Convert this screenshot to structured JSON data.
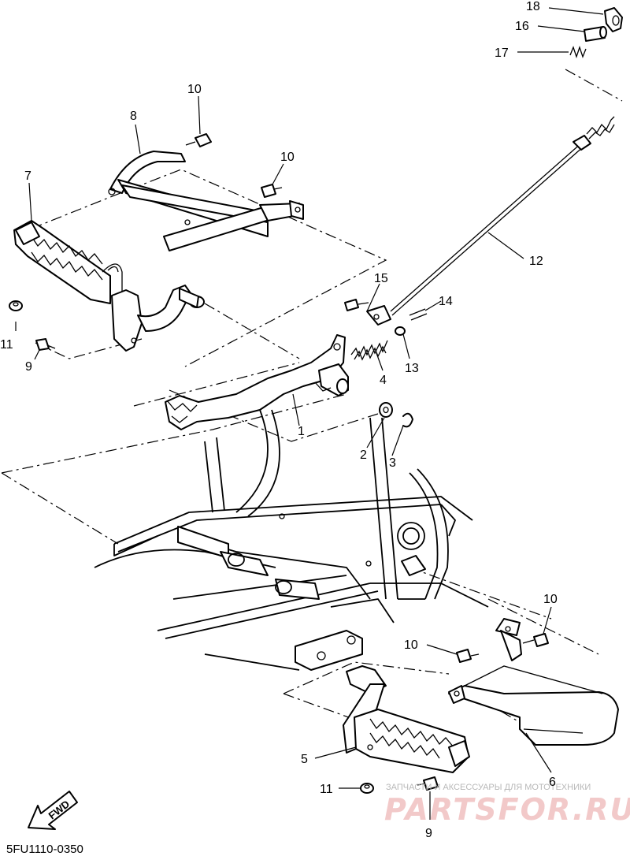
{
  "diagram": {
    "labels": [
      {
        "id": "18",
        "text": "18"
      },
      {
        "id": "16",
        "text": "16"
      },
      {
        "id": "17",
        "text": "17"
      },
      {
        "id": "10a",
        "text": "10"
      },
      {
        "id": "8",
        "text": "8"
      },
      {
        "id": "10b",
        "text": "10"
      },
      {
        "id": "7",
        "text": "7"
      },
      {
        "id": "12",
        "text": "12"
      },
      {
        "id": "15",
        "text": "15"
      },
      {
        "id": "14",
        "text": "14"
      },
      {
        "id": "11a",
        "text": "11"
      },
      {
        "id": "13",
        "text": "13"
      },
      {
        "id": "9a",
        "text": "9"
      },
      {
        "id": "4",
        "text": "4"
      },
      {
        "id": "1",
        "text": "1"
      },
      {
        "id": "2",
        "text": "2"
      },
      {
        "id": "3",
        "text": "3"
      },
      {
        "id": "10c",
        "text": "10"
      },
      {
        "id": "10d",
        "text": "10"
      },
      {
        "id": "5",
        "text": "5"
      },
      {
        "id": "6",
        "text": "6"
      },
      {
        "id": "11b",
        "text": "11"
      },
      {
        "id": "9b",
        "text": "9"
      }
    ],
    "direction_marker": "FWD",
    "diagram_code": "5FU1110-0350"
  },
  "watermark": {
    "caption": "ЗАПЧАСТИ И АКСЕССУАРЫ ДЛЯ МОТОТЕХНИКИ",
    "brand": "PARTSFOR.RU"
  }
}
